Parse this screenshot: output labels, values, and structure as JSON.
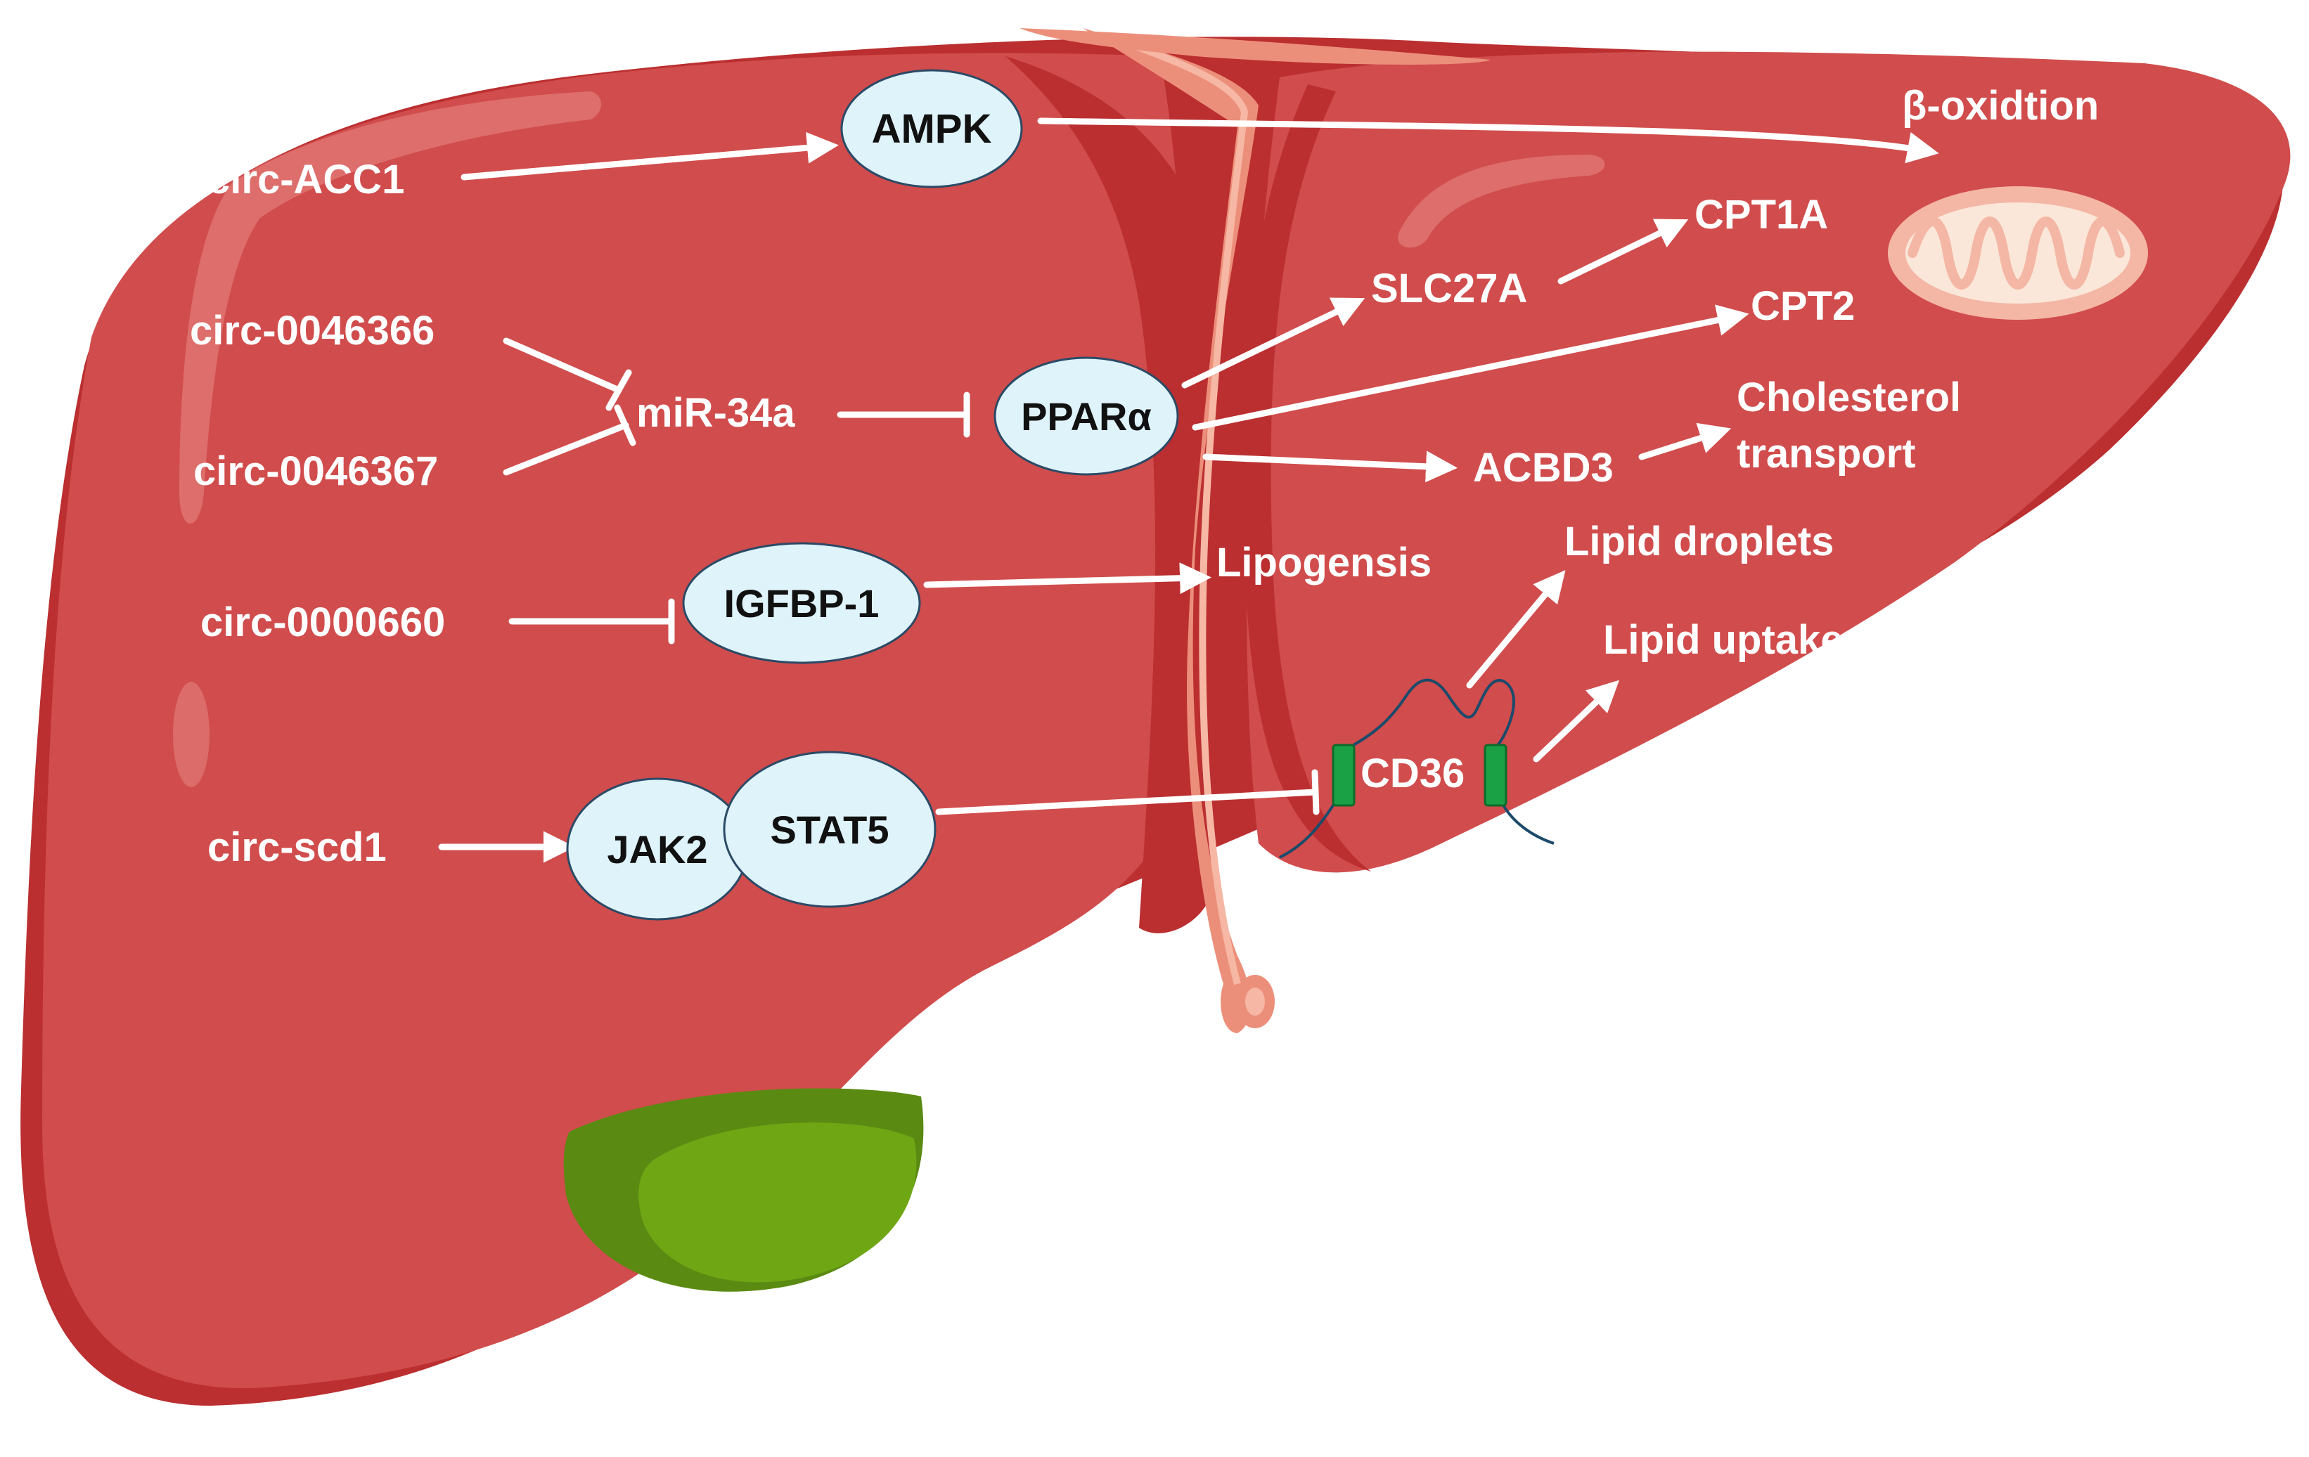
{
  "colors": {
    "liver_main": "#d14c4c",
    "liver_dark": "#bb2f30",
    "liver_shadow": "#c23334",
    "ligament": "#ec8f7a",
    "ligament_light": "#f6b7a4",
    "gallbladder": "#6fa614",
    "gallbladder_dark": "#5a8a12",
    "node_fill": "#dff3fb",
    "text": "#ffffff",
    "node_text": "#111111",
    "cd36_channel": "#1aa045",
    "membrane_line": "#1c4a6b",
    "mitochondria_outer": "#f4b7a5",
    "mitochondria_inner": "#fbe7d9"
  },
  "labels": {
    "circ_acc1": "circ-ACC1",
    "circ_0046366": "circ-0046366",
    "circ_0046367": "circ-0046367",
    "mir34a": "miR-34a",
    "circ_0000660": "circ-0000660",
    "circ_scd1": "circ-scd1",
    "slc27a": "SLC27A",
    "cpt1a": "CPT1A",
    "cpt2": "CPT2",
    "acbd3": "ACBD3",
    "cholesterol_line1": "Cholesterol",
    "cholesterol_line2": "transport",
    "lipogenesis": "Lipogensis",
    "lipid_droplets": "Lipid droplets",
    "lipid_uptake": "Lipid uptake",
    "cd36": "CD36",
    "beta_oxidation": "β-oxidtion"
  },
  "nodes": {
    "ampk": "AMPK",
    "ppara": "PPARα",
    "igfbp1": "IGFBP-1",
    "jak2": "JAK2",
    "stat5": "STAT5"
  },
  "icons": [
    "mitochondrion-icon",
    "cd36-transmembrane-icon",
    "liver-illustration",
    "gallbladder-illustration"
  ]
}
